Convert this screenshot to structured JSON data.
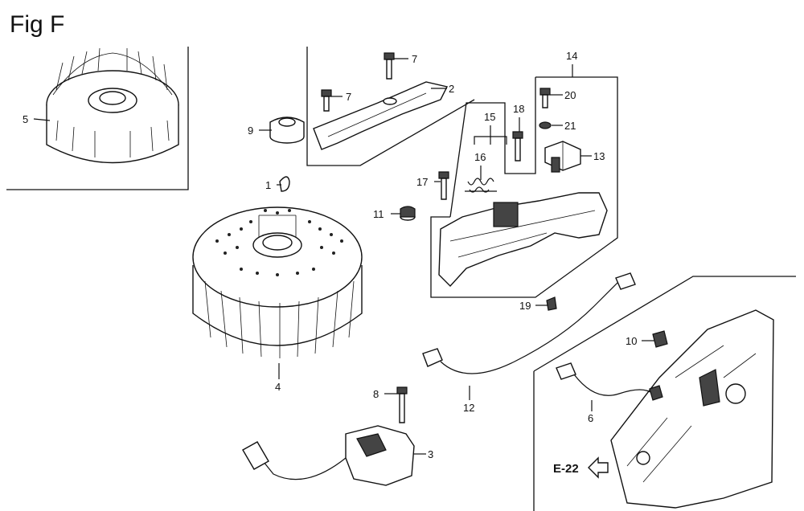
{
  "figure": {
    "title": "Fig F"
  },
  "parts": [
    {
      "id": "p1",
      "num": "1"
    },
    {
      "id": "p2",
      "num": "2"
    },
    {
      "id": "p3",
      "num": "3"
    },
    {
      "id": "p4",
      "num": "4"
    },
    {
      "id": "p5",
      "num": "5"
    },
    {
      "id": "p6",
      "num": "6"
    },
    {
      "id": "p7a",
      "num": "7"
    },
    {
      "id": "p7b",
      "num": "7"
    },
    {
      "id": "p8",
      "num": "8"
    },
    {
      "id": "p9",
      "num": "9"
    },
    {
      "id": "p10",
      "num": "10"
    },
    {
      "id": "p11",
      "num": "11"
    },
    {
      "id": "p12",
      "num": "12"
    },
    {
      "id": "p13",
      "num": "13"
    },
    {
      "id": "p14",
      "num": "14"
    },
    {
      "id": "p15",
      "num": "15"
    },
    {
      "id": "p16",
      "num": "16"
    },
    {
      "id": "p17",
      "num": "17"
    },
    {
      "id": "p18",
      "num": "18"
    },
    {
      "id": "p19",
      "num": "19"
    },
    {
      "id": "p20",
      "num": "20"
    },
    {
      "id": "p21",
      "num": "21"
    }
  ],
  "cross_reference": {
    "label": "E-22",
    "arrow_icon": "left-arrow-icon"
  }
}
